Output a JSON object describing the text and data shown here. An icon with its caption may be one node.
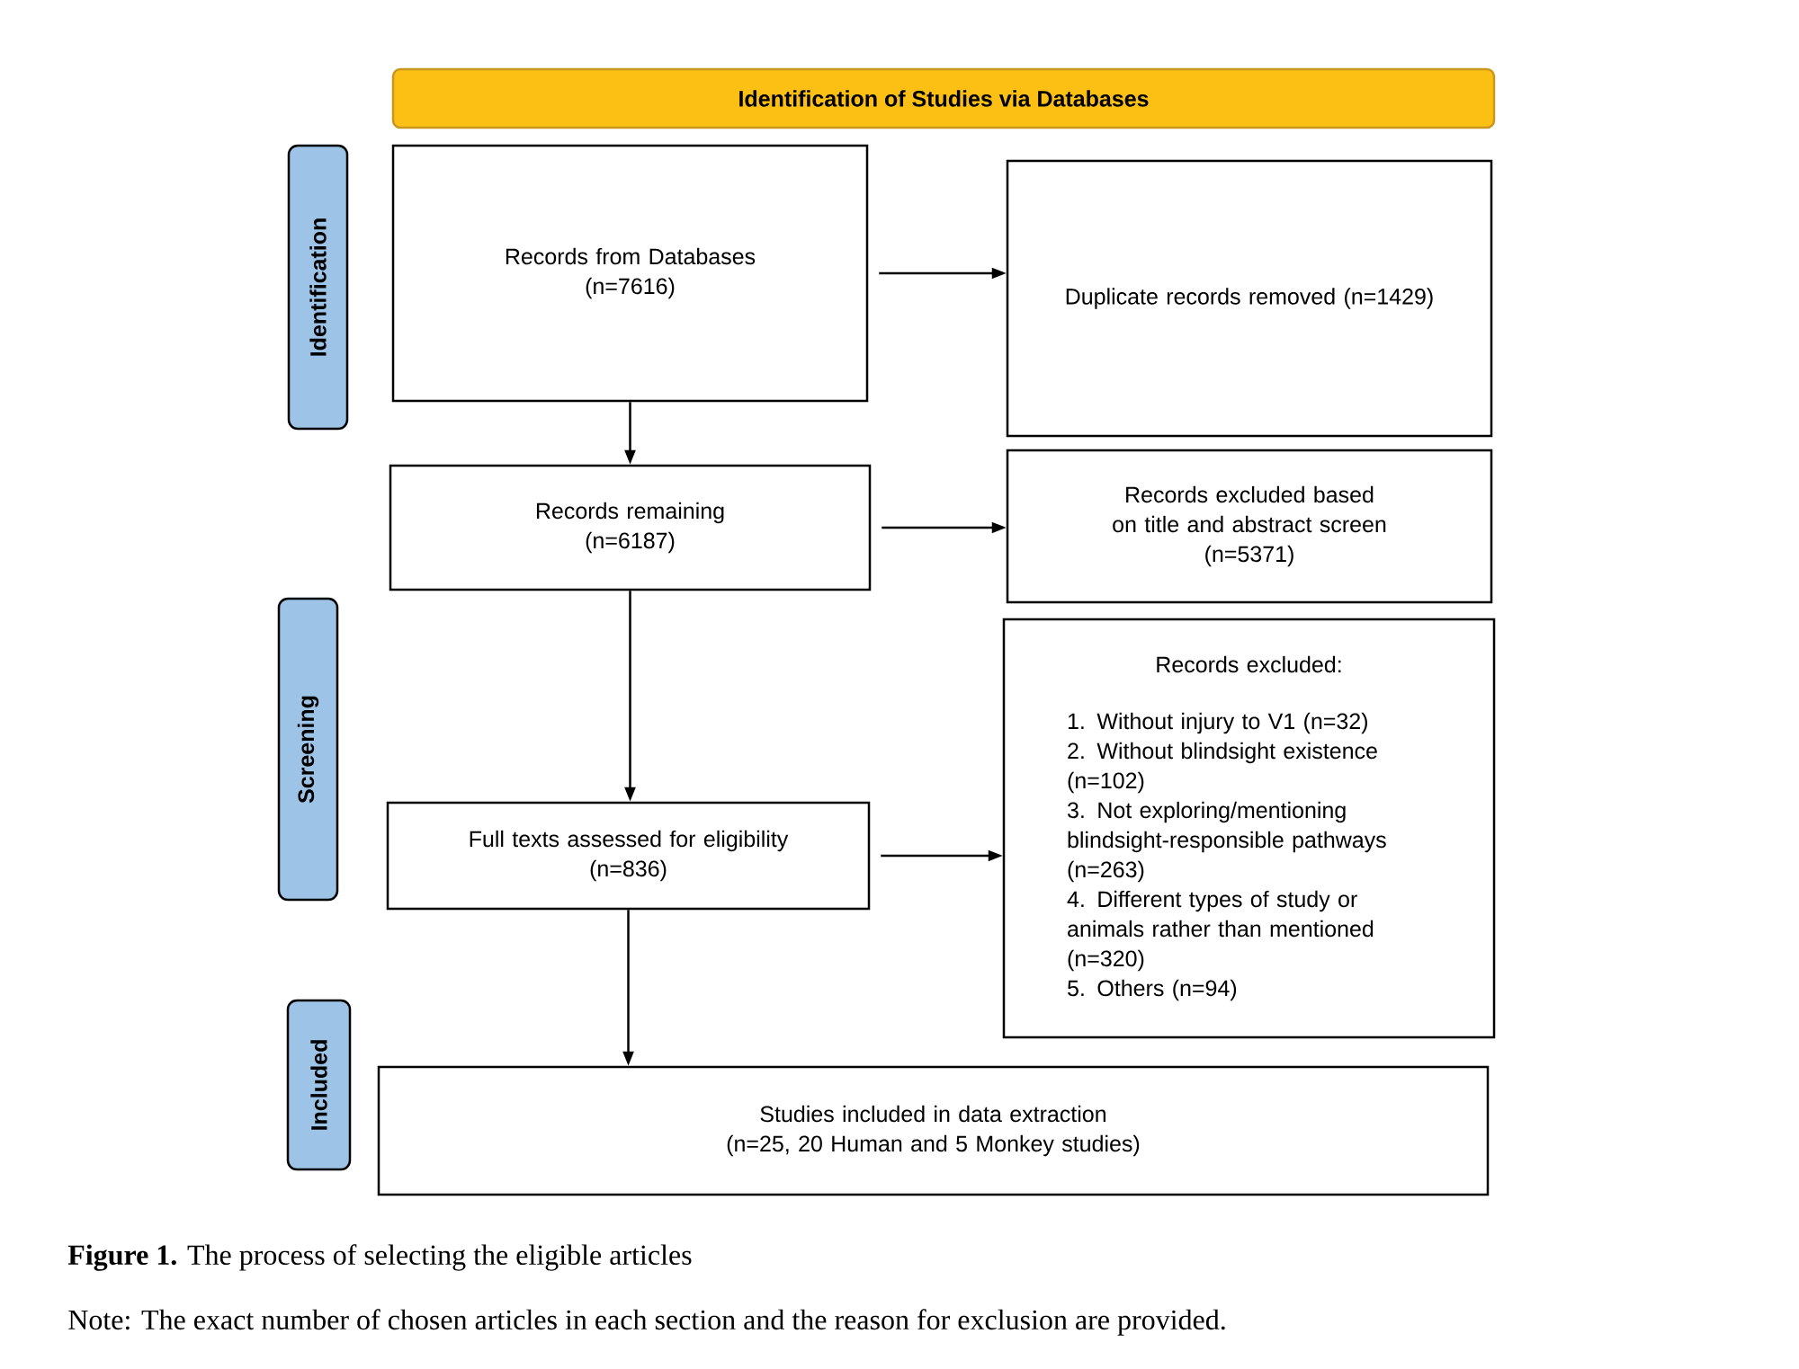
{
  "diagram": {
    "title": "Identification of Studies via Databases",
    "caption": "**Figure 1.** The process of selecting the eligible articles",
    "nodes": [
      {
        "text": [
          "Identification"
        ]
      },
      {
        "text": [
          "Records from Databases",
          "(n=7616)"
        ]
      },
      {
        "text": [
          "Duplicate records removed (n=1429)"
        ]
      },
      {
        "text": [
          "Records remaining",
          "(n=6187)"
        ]
      },
      {
        "text": [
          "Records excluded based on title and abstract screen",
          "(n=5371)"
        ]
      },
      {
        "text": [
          "Screening"
        ]
      },
      {
        "text": [
          "Full texts assessed for eligibility",
          "(n=836)"
        ]
      },
      {
        "text": [
          "Records excluded:",
          "1. Without injury to V1 (n=32)",
          "2. Without blindsight existence (n=102)",
          "3. Not exploring/mentioning blindsight-responsible pathways (n=263)",
          "4. Different types of study or animals rather than mentioned (n=320)",
          "5. Others (n=94)"
        ]
      },
      {
        "text": [
          "Included"
        ]
      },
      {
        "text": [
          "Studies included in data extraction",
          "(n=25, 20 Human and 5 Monkey studies)"
        ]
      }
    ],
    "edges": [
      {
        "from": 1,
        "to": 2,
        "arrow": "to"
      },
      {
        "from": 1,
        "to": 3,
        "arrow": "to"
      },
      {
        "from": 3,
        "to": 4,
        "arrow": "to"
      },
      {
        "from": 3,
        "to": 6,
        "arrow": "to"
      },
      {
        "from": 6,
        "to": 7,
        "arrow": "to"
      },
      {
        "from": 6,
        "to": 9,
        "arrow": "to"
      }
    ],
    "labels": [
      "Note: The exact number of chosen articles in each section and the reason for exclusion are provided."
    ]
  }
}
